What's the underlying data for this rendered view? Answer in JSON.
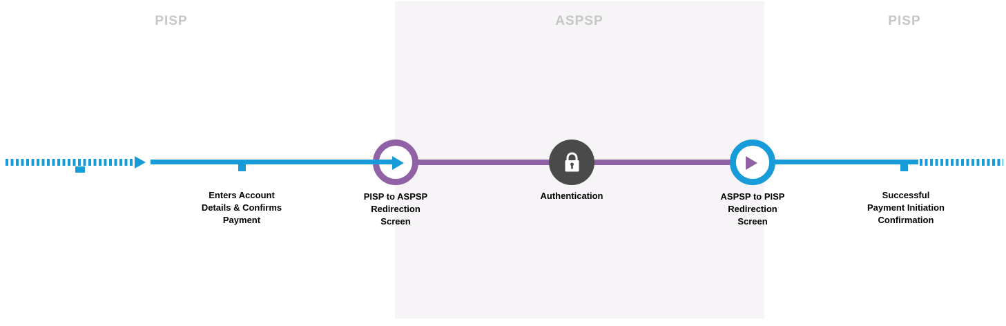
{
  "colors": {
    "flow_blue": "#189CD9",
    "flow_purple": "#9061A4",
    "auth_circle_gray": "#4A4A4A",
    "lane_background": "#F6F4F6",
    "lane_header_gray": "#C6C6C6",
    "label_text": "#000000"
  },
  "lanes": [
    {
      "label": "PISP"
    },
    {
      "label": "ASPSP"
    },
    {
      "label": "PISP"
    }
  ],
  "steps": [
    {
      "id": "enters-account-details",
      "label": "Enters Account\nDetails & Confirms\nPayment",
      "marker": "tick",
      "color": "blue"
    },
    {
      "id": "pisp-to-aspsp-redirection",
      "label": "PISP to ASPSP\nRedirection\nScreen",
      "marker": "ring",
      "color": "purple"
    },
    {
      "id": "authentication",
      "label": "Authentication",
      "marker": "lock-circle",
      "icon": "lock-icon",
      "color": "dark-gray"
    },
    {
      "id": "aspsp-to-pisp-redirection",
      "label": "ASPSP to PISP\nRedirection\nScreen",
      "marker": "ring",
      "color": "blue"
    },
    {
      "id": "successful-payment-initiation",
      "label": "Successful\nPayment Initiation\nConfirmation",
      "marker": "tick",
      "color": "blue"
    }
  ]
}
